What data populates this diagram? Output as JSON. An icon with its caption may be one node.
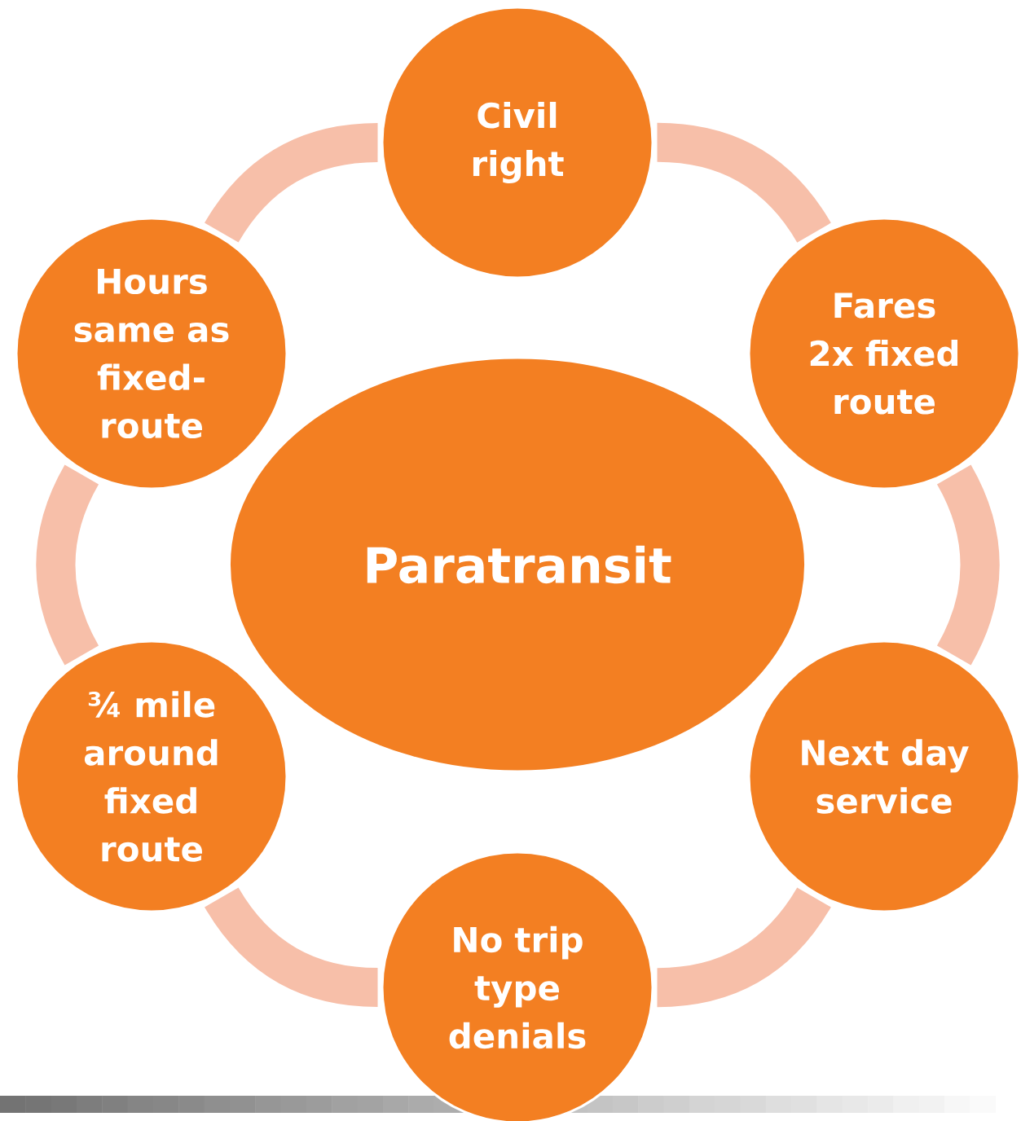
{
  "diagram": {
    "nodes": [
      {
        "text": [
          "Civil right"
        ]
      },
      {
        "text": [
          "Hours same as fixed-route"
        ]
      },
      {
        "text": [
          "Fares 2x fixed route"
        ]
      },
      {
        "text": [
          "Paratransit"
        ]
      },
      {
        "text": [
          "¾ mile around fixed route"
        ]
      },
      {
        "text": [
          "Next day service"
        ]
      },
      {
        "text": [
          "No trip type denials"
        ]
      }
    ],
    "edges": [
      {
        "from": 0,
        "to": 2,
        "arrow": "none"
      },
      {
        "from": 2,
        "to": 5,
        "arrow": "none"
      },
      {
        "from": 5,
        "to": 6,
        "arrow": "none"
      },
      {
        "from": 6,
        "to": 4,
        "arrow": "none"
      },
      {
        "from": 4,
        "to": 1,
        "arrow": "none"
      },
      {
        "from": 1,
        "to": 0,
        "arrow": "none"
      }
    ]
  }
}
